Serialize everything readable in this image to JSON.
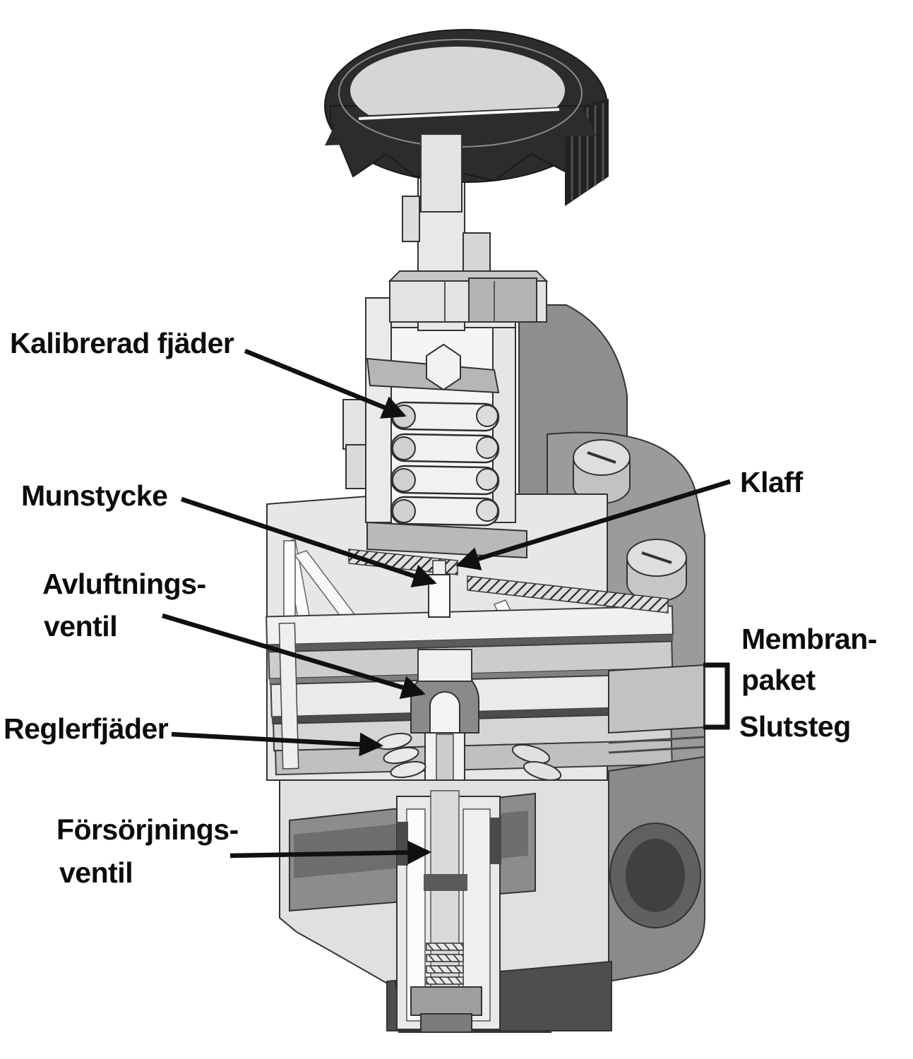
{
  "diagram": {
    "subject": "pressure-regulator-cutaway",
    "labels": {
      "calibrated_spring": "Kalibrerad fjäder",
      "nozzle": "Munstycke",
      "vent_valve_line1": "Avluftnings-",
      "vent_valve_line2": "ventil",
      "control_spring": "Reglerfjäder",
      "supply_valve_line1": "Försörjnings-",
      "supply_valve_line2": "ventil",
      "flap": "Klaff",
      "diaphragm_package_line1": "Membran-",
      "diaphragm_package_line2": "paket",
      "final_stage": "Slutsteg"
    },
    "colors": {
      "background": "#ffffff",
      "label_text": "#0c0c0c",
      "leader_line": "#101010",
      "knob_dark": "#2c2c2c",
      "body_light": "#e7e7e7",
      "body_mid": "#c6c6c6",
      "body_dark": "#9b9b9b",
      "body_darker": "#6e6e6e"
    }
  }
}
